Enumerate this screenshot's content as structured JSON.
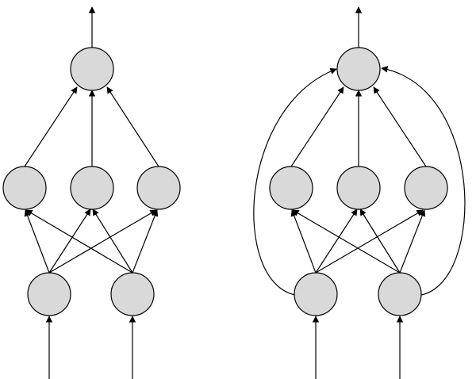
{
  "networks": [
    {
      "name": "network-left",
      "skip_connections": false,
      "layers": [
        {
          "role": "output",
          "nodes": 1
        },
        {
          "role": "hidden",
          "nodes": 3
        },
        {
          "role": "input",
          "nodes": 2
        }
      ],
      "external_inputs": 2,
      "external_outputs": 1
    },
    {
      "name": "network-right",
      "skip_connections": true,
      "layers": [
        {
          "role": "output",
          "nodes": 1
        },
        {
          "role": "hidden",
          "nodes": 3
        },
        {
          "role": "input",
          "nodes": 2
        }
      ],
      "external_inputs": 2,
      "external_outputs": 1
    }
  ],
  "colors": {
    "node_fill": "#d9d9d9",
    "stroke": "#000000",
    "background": "#ffffff"
  }
}
